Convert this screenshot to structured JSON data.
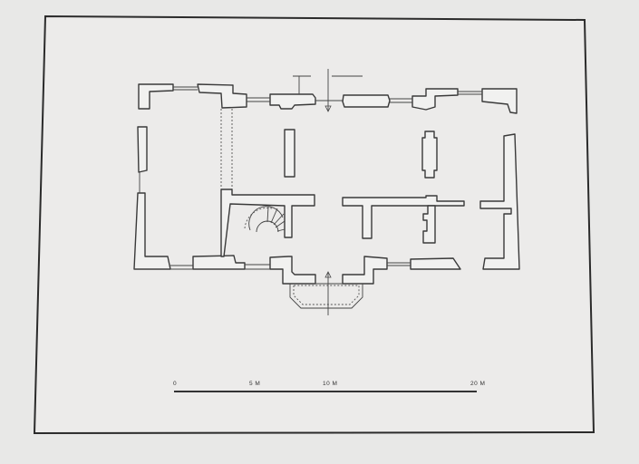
{
  "drawing": {
    "type": "floor-plan",
    "scale_bar": {
      "labels": [
        "0",
        "5 M",
        "10 M",
        "20 M"
      ],
      "units": "M",
      "values": [
        0,
        5,
        10,
        20
      ]
    },
    "colors": {
      "paper": "#e8e8e7",
      "ink": "#3a3a3a"
    }
  }
}
